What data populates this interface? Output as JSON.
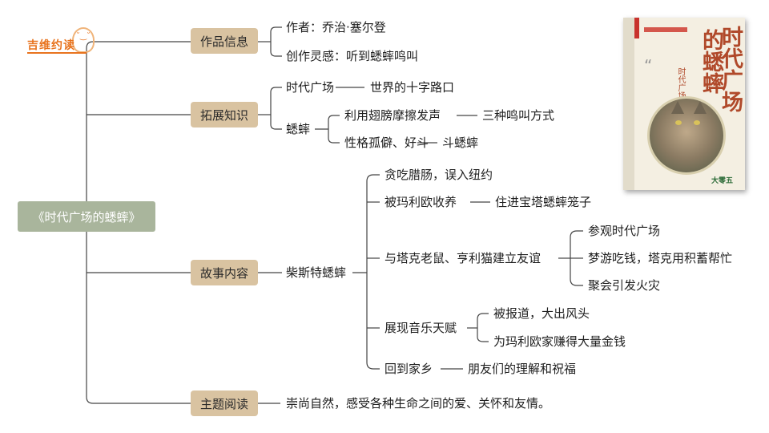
{
  "logo": {
    "text": "吉维约读"
  },
  "root": {
    "label": "《时代广场的蟋蟀》"
  },
  "branches": {
    "info": {
      "label": "作品信息",
      "items": [
        "作者：乔治·塞尔登",
        "创作灵感：听到蟋蟀鸣叫"
      ]
    },
    "knowledge": {
      "label": "拓展知识",
      "square": {
        "label": "时代广场",
        "detail": "世界的十字路口"
      },
      "cricket": {
        "label": "蟋蟀",
        "items": [
          {
            "label": "利用翅膀摩擦发声",
            "detail": "三种鸣叫方式"
          },
          {
            "label": "性格孤僻、好斗",
            "detail": "斗蟋蟀"
          }
        ]
      }
    },
    "story": {
      "label": "故事内容",
      "hub": "柴斯特蟋蟀",
      "items": {
        "greedy": "贪吃腊肠，误入纽约",
        "adopt": {
          "label": "被玛利欧收养",
          "detail": "住进宝塔蟋蟀笼子"
        },
        "friends": {
          "label": "与塔克老鼠、亨利猫建立友谊",
          "subs": [
            "参观时代广场",
            "梦游吃钱，塔克用积蓄帮忙",
            "聚会引发火灾"
          ]
        },
        "music": {
          "label": "展现音乐天赋",
          "subs": [
            "被报道，大出风头",
            "为玛利欧家赚得大量金钱"
          ]
        },
        "home": {
          "label": "回到家乡",
          "detail": "朋友们的理解和祝福"
        }
      }
    },
    "theme": {
      "label": "主题阅读",
      "text": "崇尚自然，感受各种生命之间的爱、关怀和友情。"
    }
  },
  "book": {
    "title_a": "的蟋蟀",
    "title_b": "时代广场",
    "subtitle": "时代广场的蟋蟀",
    "publisher": "大零五"
  },
  "colors": {
    "box": "#d9c3a1",
    "root": "#a9b59c",
    "line": "#444444",
    "logo": "#e8731e"
  }
}
